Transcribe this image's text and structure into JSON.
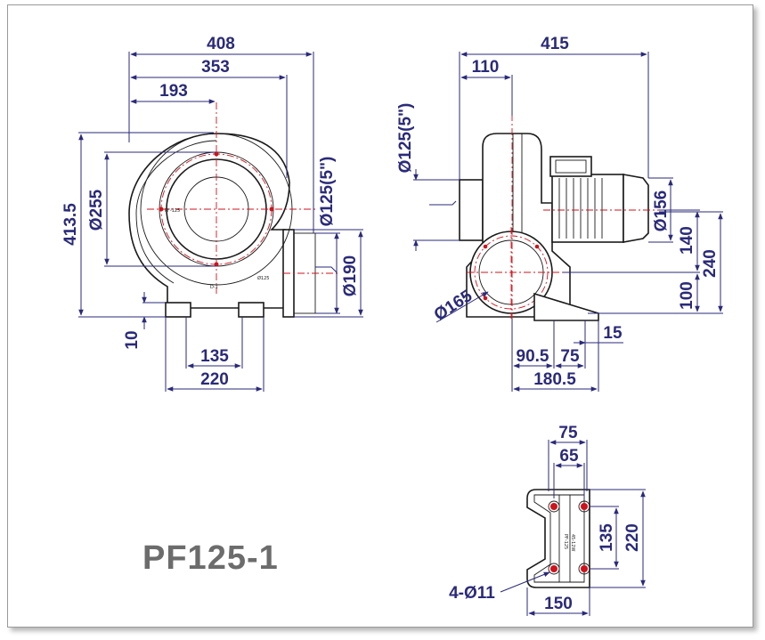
{
  "model": "PF125-1",
  "front_view": {
    "width_overall": "408",
    "width_body": "353",
    "width_center": "193",
    "height_overall": "413.5",
    "inlet_diameter": "Ø255",
    "outlet_diameter": "Ø125(5\")",
    "outlet_flange": "Ø190",
    "base_height": "10",
    "base_inner": "135",
    "base_outer": "220",
    "label_model": "PF-125",
    "label_size": "Ø125",
    "label_code": "D-1"
  },
  "side_view": {
    "length_overall": "415",
    "inlet_offset": "110",
    "inlet_diameter": "Ø125(5\")",
    "motor_diameter": "Ø156",
    "motor_center": "140",
    "height_overall": "240",
    "shaft_height": "100",
    "flange_diameter": "Ø165",
    "foot_a": "90.5",
    "foot_b": "75",
    "foot_c": "15",
    "foot_total": "180.5"
  },
  "base_view": {
    "width_outer": "75",
    "width_inner": "65",
    "length_inner": "135",
    "length_outer": "220",
    "holes": "4-Ø11",
    "span": "150",
    "label_model": "PF-125",
    "label_code": "45-12W"
  }
}
